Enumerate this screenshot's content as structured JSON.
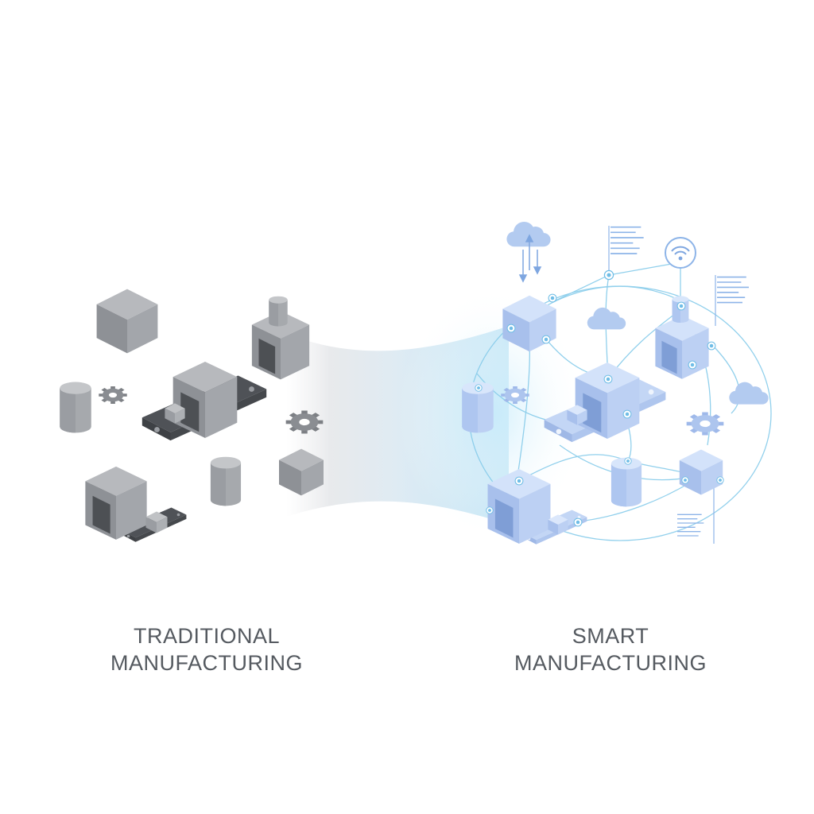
{
  "left_panel": {
    "caption_line1": "TRADITIONAL",
    "caption_line2": "MANUFACTURING",
    "color": "#8c8f94",
    "icons": [
      "cube-icon",
      "machine-icon",
      "cylinder-icon",
      "gear-icon",
      "conveyor-icon"
    ]
  },
  "right_panel": {
    "caption_line1": "SMART",
    "caption_line2": "MANUFACTURING",
    "color": "#a9c1ec",
    "icons": [
      "cloud-icon",
      "wifi-icon",
      "data-sheet-icon",
      "network-node-icon",
      "cube-icon",
      "machine-icon",
      "cylinder-icon",
      "gear-icon",
      "conveyor-icon"
    ]
  },
  "colors": {
    "traditional_gray": "#8c8f94",
    "smart_blue": "#a9c1ec",
    "network_line": "#7fc4e6",
    "caption_text": "#555a60"
  }
}
